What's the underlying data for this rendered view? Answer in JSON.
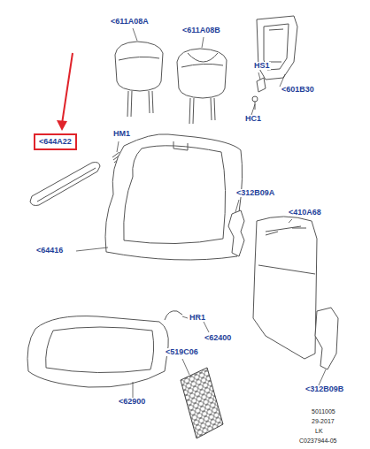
{
  "diagram": {
    "nodes": [
      {
        "text": [
          "<644A22"
        ]
      }
    ],
    "labels": [
      "<611A08A",
      "<611A08B",
      "HS1",
      "<601B30",
      "HC1",
      "HM1",
      "<312B09A",
      "<410A68",
      "<64416",
      "HR1",
      "<62400",
      "<519C06",
      "<312B09B",
      "<62900",
      "5011005",
      "29-2017",
      "LK",
      "C0237944-05"
    ]
  }
}
